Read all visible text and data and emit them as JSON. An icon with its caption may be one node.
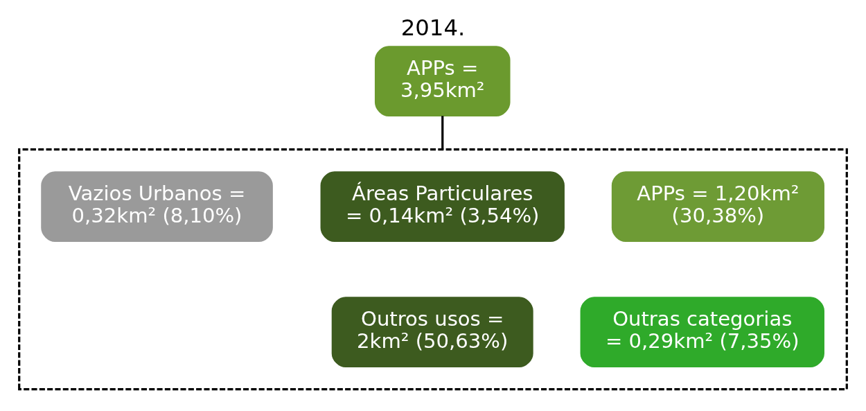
{
  "diagram": {
    "title": "2014.",
    "nodes": [
      {
        "text": [
          "APPs = 3,95km²"
        ]
      },
      {
        "text": [],
        "shape": "box"
      },
      {
        "text": [
          "APPs = 1,20km² (30,38%)"
        ],
        "in": 1
      },
      {
        "text": [
          "Áreas Particulares = 0,14km² (3,54%)"
        ],
        "in": 1
      },
      {
        "text": [
          "Vazios Urbanos = 0,32km² (8,10%)"
        ],
        "in": 1
      },
      {
        "text": [
          "Outras categorias = 0,29km² (7,35%)"
        ],
        "in": 1
      },
      {
        "text": [
          "Outros usos = 2km² (50,63%)"
        ],
        "in": 1
      }
    ],
    "edges": [
      {
        "from": 0,
        "to": 1,
        "arrow": "none"
      }
    ]
  }
}
